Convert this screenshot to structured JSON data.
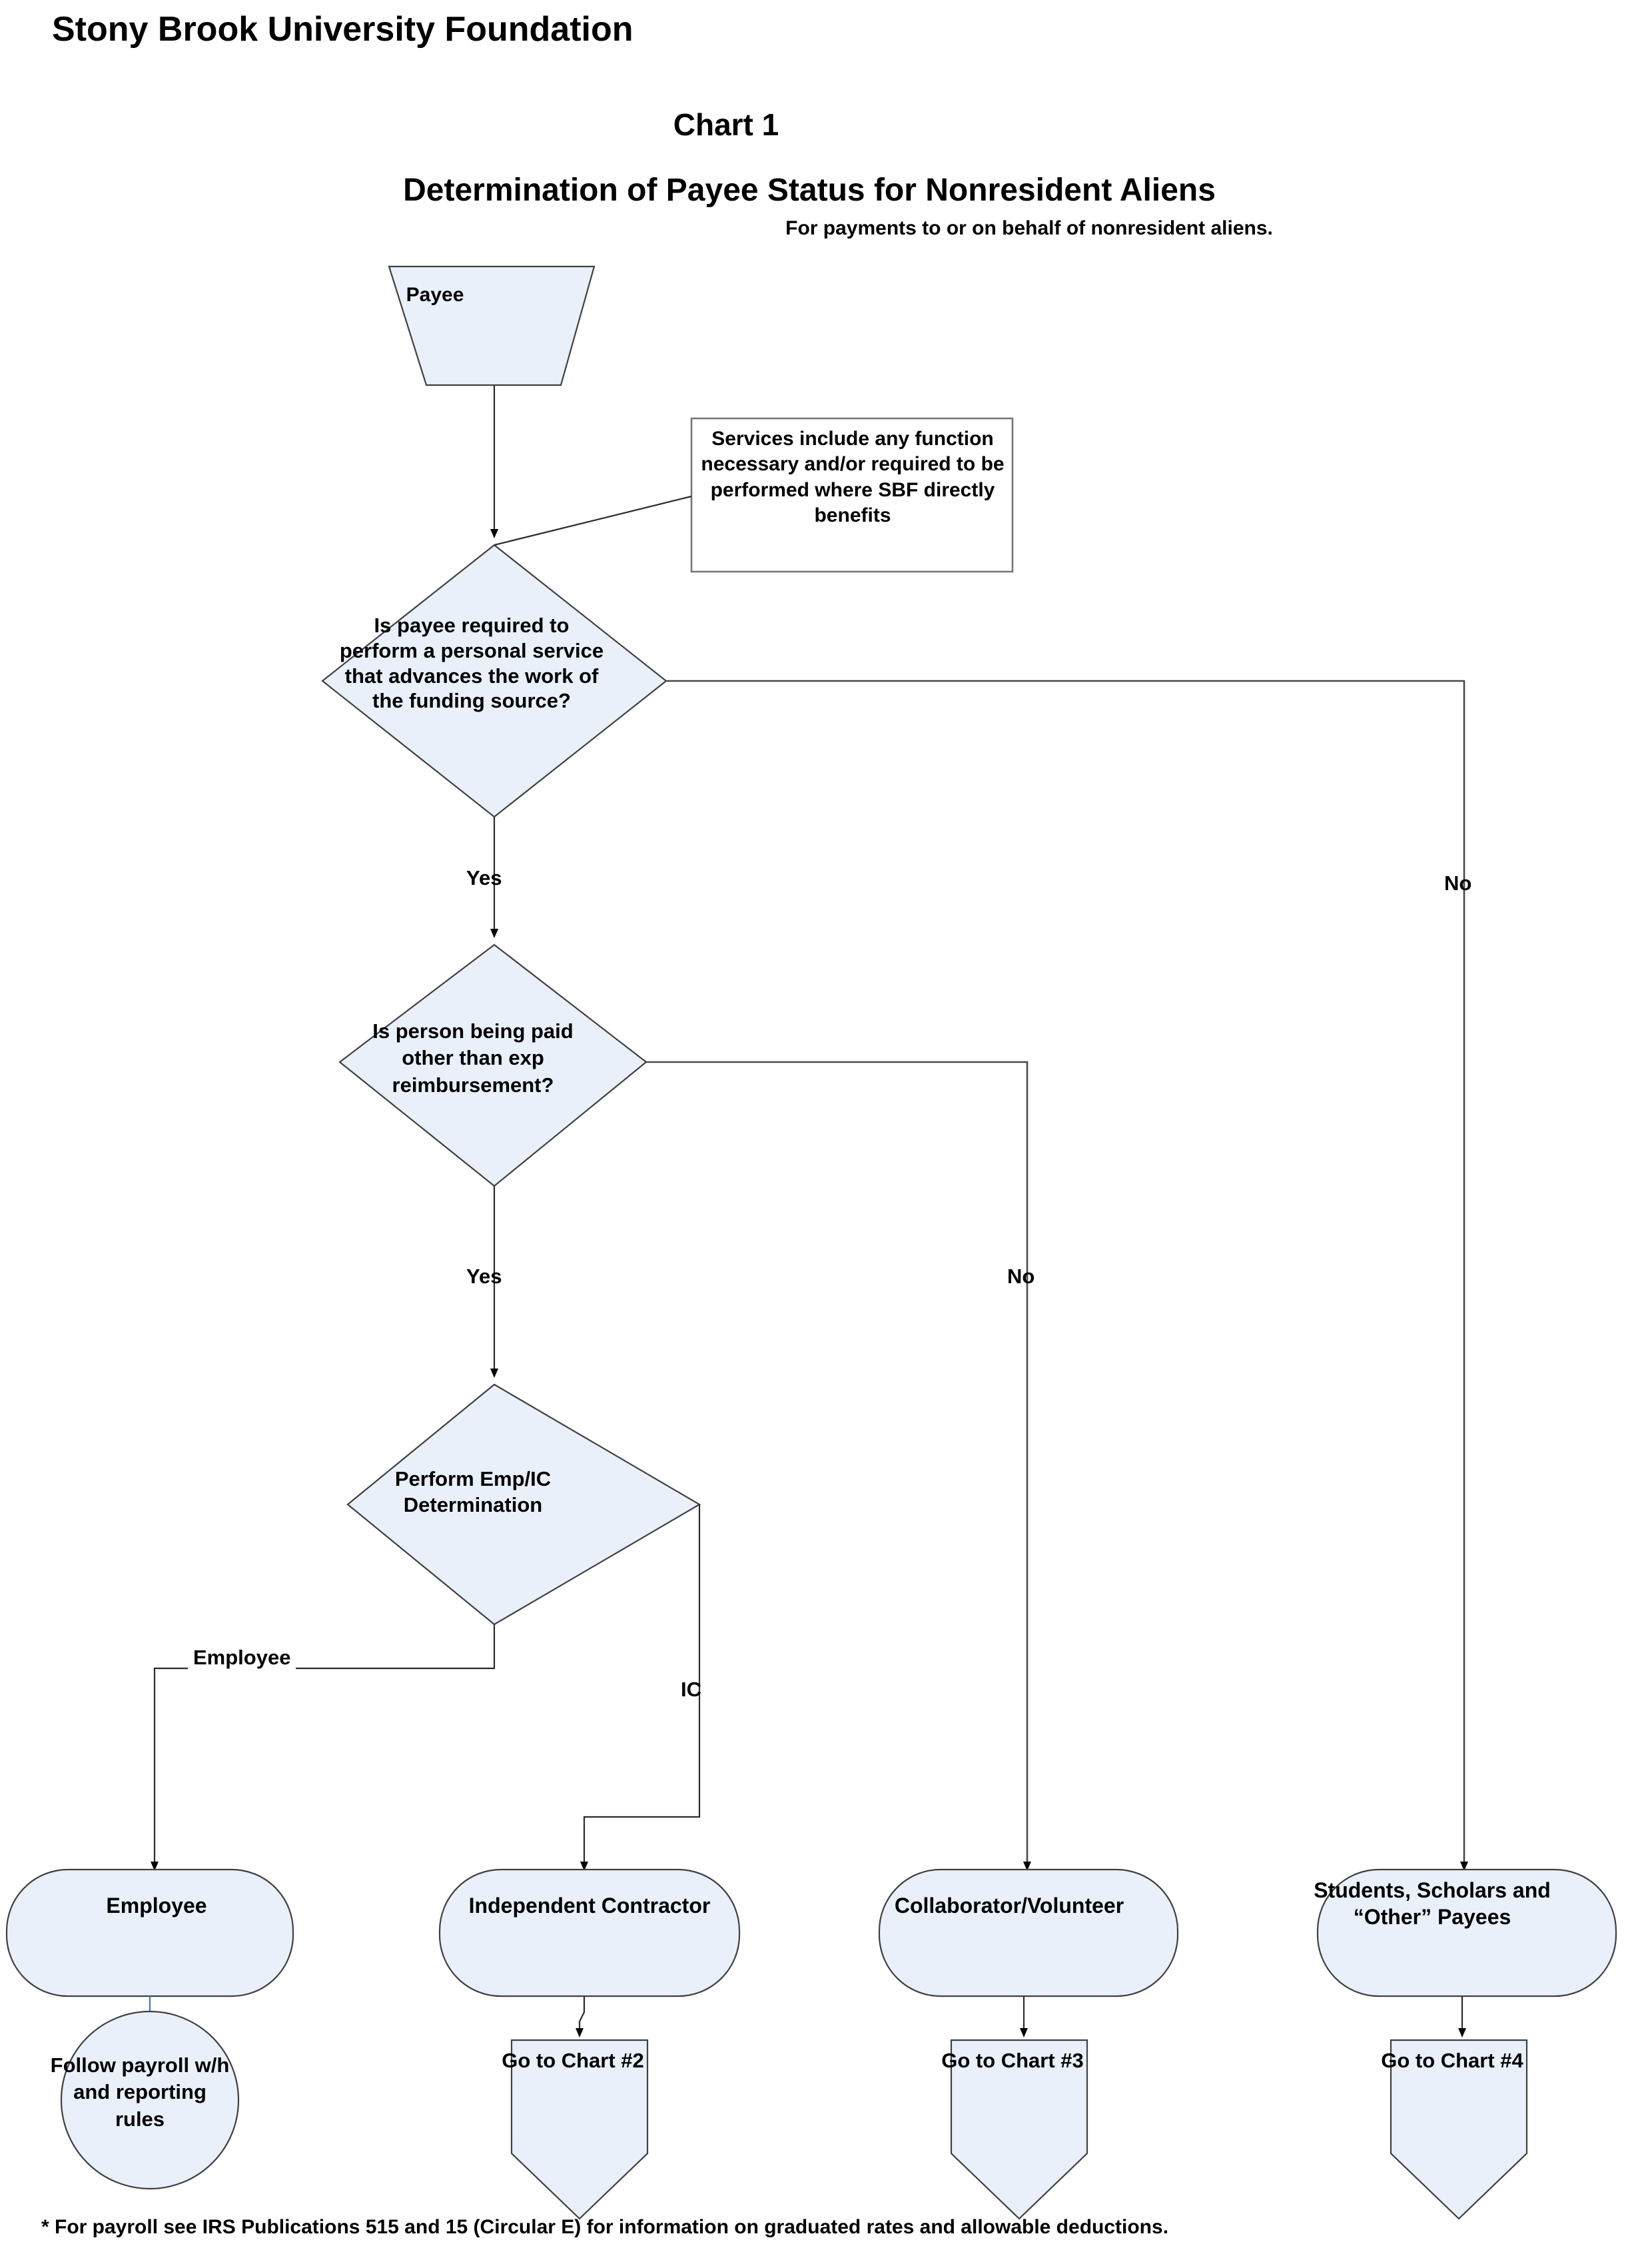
{
  "header": {
    "organization": "Stony Brook University Foundation",
    "chart_number": "Chart 1",
    "title": "Determination of Payee Status for Nonresident Aliens",
    "subtitle": "For payments to or on behalf of nonresident aliens."
  },
  "footnote": "* For payroll see IRS Publications 515 and 15 (Circular E) for information on graduated rates and allowable deductions.",
  "colors": {
    "shape_fill": "#EAF0FA",
    "shape_stroke": "#404040",
    "note_fill": "#FFFFFF",
    "note_stroke": "#767676",
    "edge": "#4A4A4A",
    "blue_edge": "#4A7EBB",
    "text": "#000000",
    "background": "#FFFFFF"
  },
  "nodes": {
    "start": {
      "label": "Payee",
      "shape": "trapezoid"
    },
    "note": {
      "label": "Services include any function necessary and/or required to be performed where SBF directly benefits",
      "shape": "rectangle"
    },
    "decision1": {
      "label": "Is payee required to perform a personal service that advances the work of the funding source?",
      "shape": "diamond"
    },
    "decision2": {
      "label": "Is person being paid other than exp reimbursement?",
      "shape": "diamond"
    },
    "decision3": {
      "label": "Perform Emp/IC Determination",
      "shape": "diamond"
    },
    "employee": {
      "label": "Employee",
      "shape": "rounded-rect"
    },
    "independent_contractor": {
      "label": "Independent Contractor",
      "shape": "rounded-rect"
    },
    "collaborator": {
      "label": "Collaborator/Volunteer",
      "shape": "rounded-rect"
    },
    "students": {
      "label": "Students, Scholars and “Other” Payees",
      "shape": "rounded-rect"
    },
    "payroll_circle": {
      "label": "Follow payroll w/h and reporting rules",
      "shape": "circle"
    },
    "goto_chart2": {
      "label": "Go to Chart #2",
      "shape": "pentagon-down"
    },
    "goto_chart3": {
      "label": "Go to Chart #3",
      "shape": "pentagon-down"
    },
    "goto_chart4": {
      "label": "Go to Chart #4",
      "shape": "pentagon-down"
    }
  },
  "edge_labels": {
    "yes1": "Yes",
    "no1": "No",
    "yes2": "Yes",
    "no2": "No",
    "employee": "Employee",
    "ic": "IC"
  },
  "chart_data": {
    "type": "flowchart",
    "title": "Determination of Payee Status for Nonresident Aliens",
    "subtitle": "For payments to or on behalf of nonresident aliens.",
    "nodes": [
      {
        "id": "start",
        "text": "Payee",
        "shape": "trapezoid"
      },
      {
        "id": "note",
        "text": "Services include any function necessary and/or required to be performed where SBF directly benefits",
        "shape": "note"
      },
      {
        "id": "d1",
        "text": "Is payee required to perform a personal service that advances the work of the funding source?",
        "shape": "decision"
      },
      {
        "id": "d2",
        "text": "Is person being paid other than exp reimbursement?",
        "shape": "decision"
      },
      {
        "id": "d3",
        "text": "Perform Emp/IC Determination",
        "shape": "decision"
      },
      {
        "id": "employee",
        "text": "Employee",
        "shape": "terminator"
      },
      {
        "id": "ic",
        "text": "Independent Contractor",
        "shape": "terminator"
      },
      {
        "id": "collab",
        "text": "Collaborator/Volunteer",
        "shape": "terminator"
      },
      {
        "id": "students",
        "text": "Students, Scholars and “Other” Payees",
        "shape": "terminator"
      },
      {
        "id": "payroll",
        "text": "Follow payroll w/h and reporting rules",
        "shape": "circle"
      },
      {
        "id": "chart2",
        "text": "Go to Chart #2",
        "shape": "offpage"
      },
      {
        "id": "chart3",
        "text": "Go to Chart #3",
        "shape": "offpage"
      },
      {
        "id": "chart4",
        "text": "Go to Chart #4",
        "shape": "offpage"
      }
    ],
    "edges": [
      {
        "from": "start",
        "to": "d1",
        "label": ""
      },
      {
        "from": "note",
        "to": "d1",
        "label": ""
      },
      {
        "from": "d1",
        "to": "d2",
        "label": "Yes"
      },
      {
        "from": "d1",
        "to": "students",
        "label": "No"
      },
      {
        "from": "d2",
        "to": "d3",
        "label": "Yes"
      },
      {
        "from": "d2",
        "to": "collab",
        "label": "No"
      },
      {
        "from": "d3",
        "to": "employee",
        "label": "Employee"
      },
      {
        "from": "d3",
        "to": "ic",
        "label": "IC"
      },
      {
        "from": "employee",
        "to": "payroll",
        "label": ""
      },
      {
        "from": "ic",
        "to": "chart2",
        "label": ""
      },
      {
        "from": "collab",
        "to": "chart3",
        "label": ""
      },
      {
        "from": "students",
        "to": "chart4",
        "label": ""
      }
    ]
  }
}
